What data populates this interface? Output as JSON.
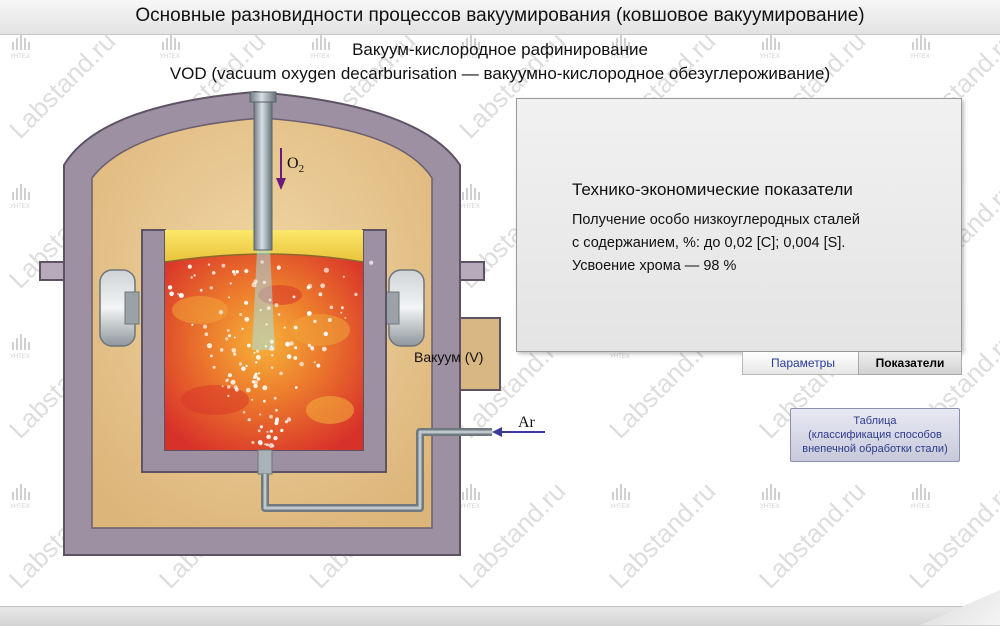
{
  "header": {
    "title": "Основные разновидности процессов вакуумирования (ковшовое вакуумирование)"
  },
  "subtitles": {
    "line1": "Вакуум-кислородное рафинирование",
    "line2": "VOD (vacuum oxygen decarburisation — вакуумно-кислородное обезуглероживание)"
  },
  "diagram": {
    "o2_label": "O",
    "o2_subscript": "2",
    "vacuum_label": "Вакуум (V)",
    "ar_label": "Ar",
    "colors": {
      "vessel_wall": "#9d90a3",
      "vessel_outline": "#5e5364",
      "chamber_fill": "#e3c08a",
      "slag": "#f2dc3c",
      "metal": "#e2442c",
      "argon_bubbles": "#ffffff"
    }
  },
  "panel": {
    "heading": "Технико-экономические показатели",
    "lines": [
      "Получение особо низкоуглеродных сталей",
      "с содержанием, %: до 0,02 [C]; 0,004 [S].",
      "Усвоение хрома — 98 %"
    ]
  },
  "tabs": {
    "params": "Параметры",
    "indicators": "Показатели",
    "active": "indicators"
  },
  "table_button": {
    "line1": "Таблица",
    "line2": "(классификация способов",
    "line3": "внепечной обработки стали)"
  },
  "watermark": {
    "text": "Labstand.ru",
    "logo_text": "УНТЕХ",
    "icon": "building-logo-icon"
  }
}
